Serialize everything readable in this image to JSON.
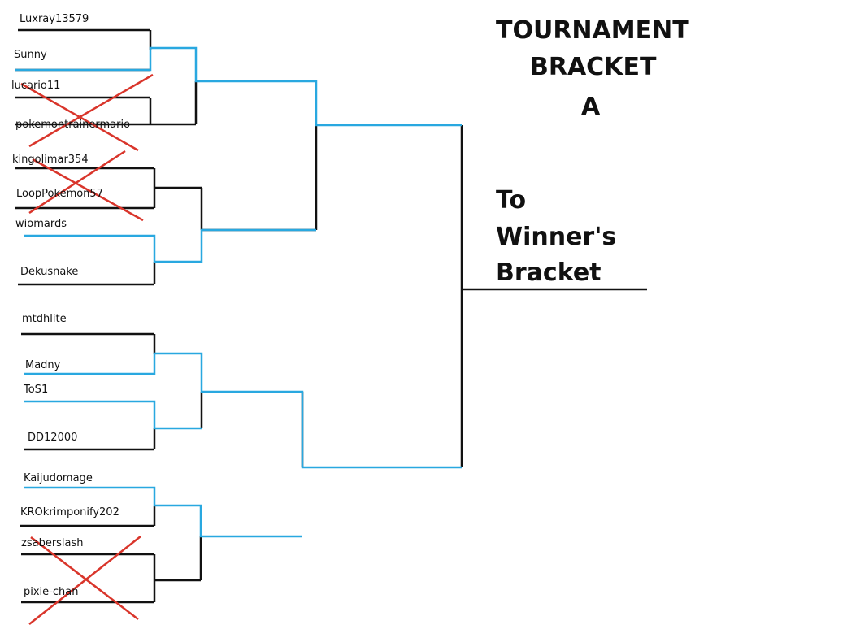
{
  "title": {
    "line1": "TOURNAMENT",
    "line2": "BRACKET",
    "line3": "A"
  },
  "note": {
    "line1": "To",
    "line2": "Winner's",
    "line3": "Bracket"
  },
  "players": [
    {
      "name": "Luxray13579",
      "eliminated": false
    },
    {
      "name": "Sunny",
      "eliminated": false
    },
    {
      "name": "lucario11",
      "eliminated": true
    },
    {
      "name": "pokemontrainermario",
      "eliminated": true
    },
    {
      "name": "kingolimar354",
      "eliminated": true
    },
    {
      "name": "LoopPokemon57",
      "eliminated": true
    },
    {
      "name": "wiomards",
      "eliminated": false
    },
    {
      "name": "Dekusnake",
      "eliminated": false
    },
    {
      "name": "mtdhlite",
      "eliminated": false
    },
    {
      "name": "Madny",
      "eliminated": false
    },
    {
      "name": "ToS1",
      "eliminated": false
    },
    {
      "name": "DD12000",
      "eliminated": false
    },
    {
      "name": "Kaijudomage",
      "eliminated": false
    },
    {
      "name": "KROkrimponify202",
      "eliminated": false
    },
    {
      "name": "zsaberslash",
      "eliminated": true
    },
    {
      "name": "pixie-chan",
      "eliminated": true
    }
  ],
  "colors": {
    "line": "#111111",
    "advance": "#29a8e0",
    "eliminated": "#d9352b"
  }
}
